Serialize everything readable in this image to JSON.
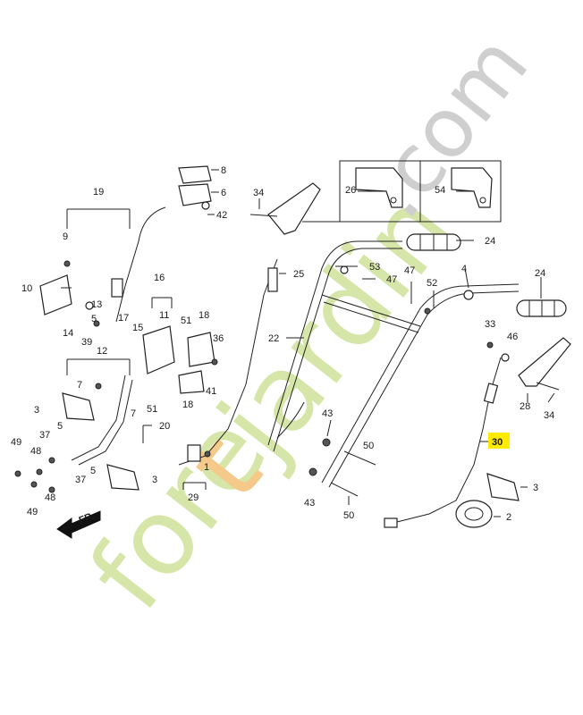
{
  "watermark": {
    "text": "foretjardin.com",
    "color_light": "#d6e6a8",
    "color_accent": "#f4c98a",
    "color_gray": "#cfcfcf"
  },
  "highlight_color": "#ffeb00",
  "front_indicator": "FR.",
  "callouts": {
    "c1": "1",
    "c2": "2",
    "c3a": "3",
    "c3b": "3",
    "c3c": "3",
    "c4": "4",
    "c5a": "5",
    "c5b": "5",
    "c6": "6",
    "c7a": "7",
    "c7b": "7",
    "c8": "8",
    "c9": "9",
    "c10": "10",
    "c11": "11",
    "c12": "12",
    "c13": "13",
    "c14": "14",
    "c15": "15",
    "c16": "16",
    "c17": "17",
    "c18a": "18",
    "c18b": "18",
    "c19": "19",
    "c20": "20",
    "c22": "22",
    "c24a": "24",
    "c24b": "24",
    "c25": "25",
    "c26": "26",
    "c28": "28",
    "c29": "29",
    "c30": "30",
    "c33": "33",
    "c34a": "34",
    "c34b": "34",
    "c36": "36",
    "c37a": "37",
    "c37b": "37",
    "c39": "39",
    "c41": "41",
    "c42": "42",
    "c43a": "43",
    "c43b": "43",
    "c46": "46",
    "c47a": "47",
    "c47b": "47",
    "c48a": "48",
    "c48b": "48",
    "c49a": "49",
    "c49b": "49",
    "c50a": "50",
    "c50b": "50",
    "c51a": "51",
    "c51b": "51",
    "c52": "52",
    "c53": "53",
    "c54": "54"
  }
}
